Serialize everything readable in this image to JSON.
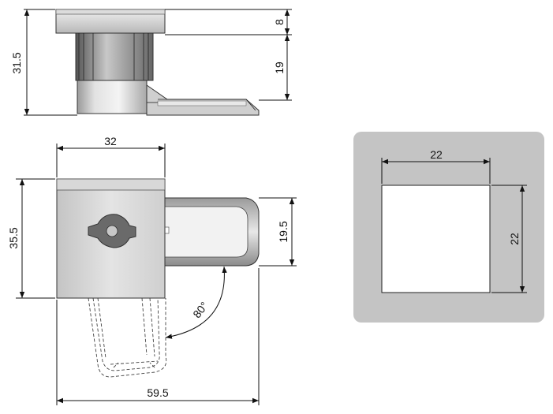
{
  "dimensions": {
    "side_height_total": "31.5",
    "side_top_thickness": "8",
    "side_lower_height": "19",
    "front_width": "32",
    "front_height": "35.5",
    "cam_width": "19.5",
    "overall_width": "59.5",
    "rotation_angle": "80°",
    "cutout_width": "22",
    "cutout_height": "22"
  }
}
